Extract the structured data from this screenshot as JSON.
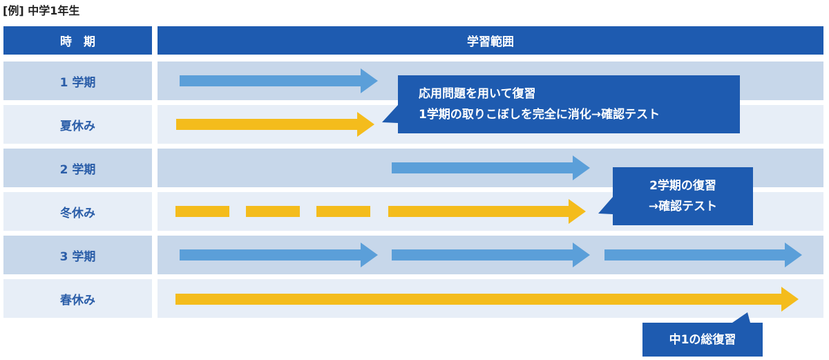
{
  "caption": "[例] 中学1年生",
  "header": {
    "period": "時　期",
    "scope": "学習範囲"
  },
  "rows": [
    {
      "label": "1 学期"
    },
    {
      "label": "夏休み"
    },
    {
      "label": "2 学期"
    },
    {
      "label": "冬休み"
    },
    {
      "label": "3 学期"
    },
    {
      "label": "春休み"
    }
  ],
  "callouts": {
    "summer": {
      "line1": "応用問題を用いて復習",
      "line2": "1学期の取りこぼしを完全に消化→確認テスト"
    },
    "winter": {
      "line1": "2学期の復習",
      "line2": "→確認テスト"
    },
    "spring": {
      "line1": "中1の総復習"
    }
  },
  "colors": {
    "header": "#1e5bb0",
    "row_dark": "#c7d7ea",
    "row_light": "#e7eef7",
    "term_arrow": "#5b9fd9",
    "vacation_arrow": "#f4bc1c",
    "callout": "#1e5bb0"
  }
}
